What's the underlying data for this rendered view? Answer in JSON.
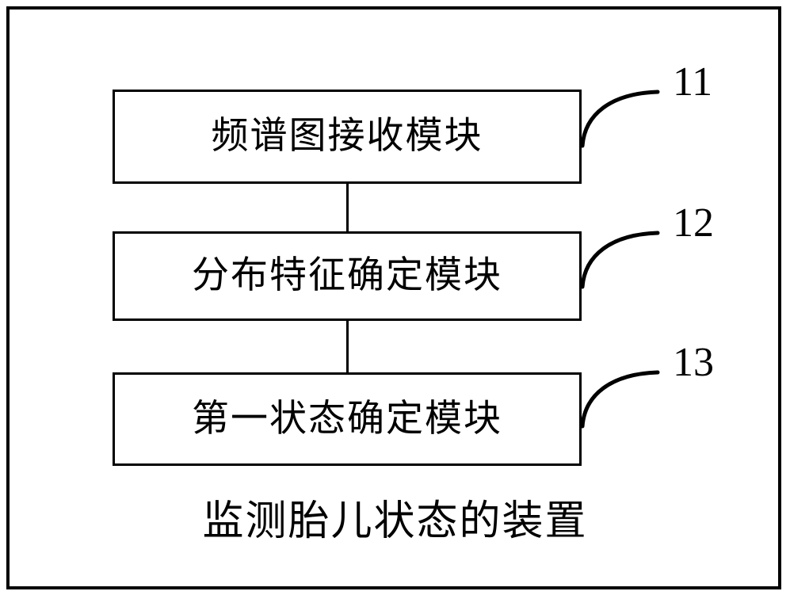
{
  "figure": {
    "caption": "监测胎儿状态的装置",
    "frame_color": "#000000",
    "background_color": "#ffffff"
  },
  "blocks": [
    {
      "id": "block-11",
      "label": "频谱图接收模块",
      "ref_number": "11"
    },
    {
      "id": "block-12",
      "label": "分布特征确定模块",
      "ref_number": "12"
    },
    {
      "id": "block-13",
      "label": "第一状态确定模块",
      "ref_number": "13"
    }
  ],
  "chart_data": {
    "type": "diagram",
    "title": "监测胎儿状态的装置",
    "nodes": [
      {
        "id": "11",
        "label": "频谱图接收模块"
      },
      {
        "id": "12",
        "label": "分布特征确定模块"
      },
      {
        "id": "13",
        "label": "第一状态确定模块"
      }
    ],
    "edges": [
      {
        "from": "11",
        "to": "12"
      },
      {
        "from": "12",
        "to": "13"
      }
    ]
  }
}
